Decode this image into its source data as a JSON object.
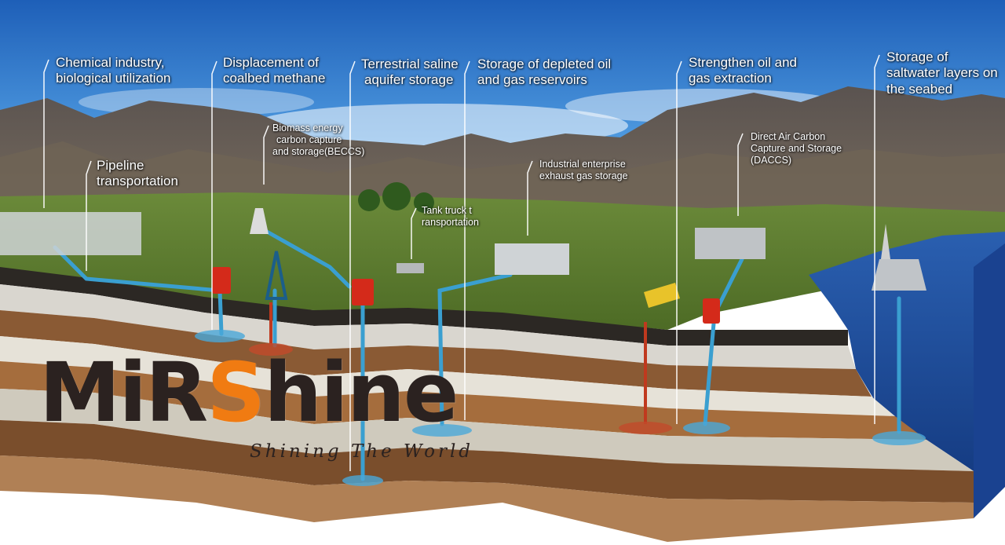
{
  "labels": {
    "chemical": [
      "Chemical industry,",
      "biological utilization"
    ],
    "coalbed": [
      "Displacement of",
      "coalbed methane"
    ],
    "saline": [
      "Terrestrial saline",
      "aquifer storage"
    ],
    "depleted": [
      "Storage of depleted oil",
      "and gas reservoirs"
    ],
    "strengthen": [
      "Strengthen oil and",
      "gas extraction"
    ],
    "seabed": [
      "Storage of",
      "saltwater layers on",
      "the seabed"
    ],
    "pipeline": [
      "Pipeline",
      "transportation"
    ],
    "beccs": [
      "Biomass energy",
      "carbon capture",
      "and storage(BECCS)"
    ],
    "industrial": [
      "Industrial enterprise",
      "exhaust gas storage"
    ],
    "tank": [
      "Tank truck t",
      "ransportation"
    ],
    "daccs": [
      "Direct Air Carbon",
      "Capture and Storage",
      "(DACCS)"
    ]
  },
  "logo": {
    "part1": "MiR",
    "part2": "S",
    "part3": "hine",
    "tagline": "Shining The World"
  },
  "colors": {
    "sky": "#2d78c8",
    "water": "#1f4fa0",
    "pipe": "#3a9fd0",
    "wellhead": "#d42a1a",
    "logo_accent": "#f07b12",
    "logo_text": "#2b2220"
  }
}
